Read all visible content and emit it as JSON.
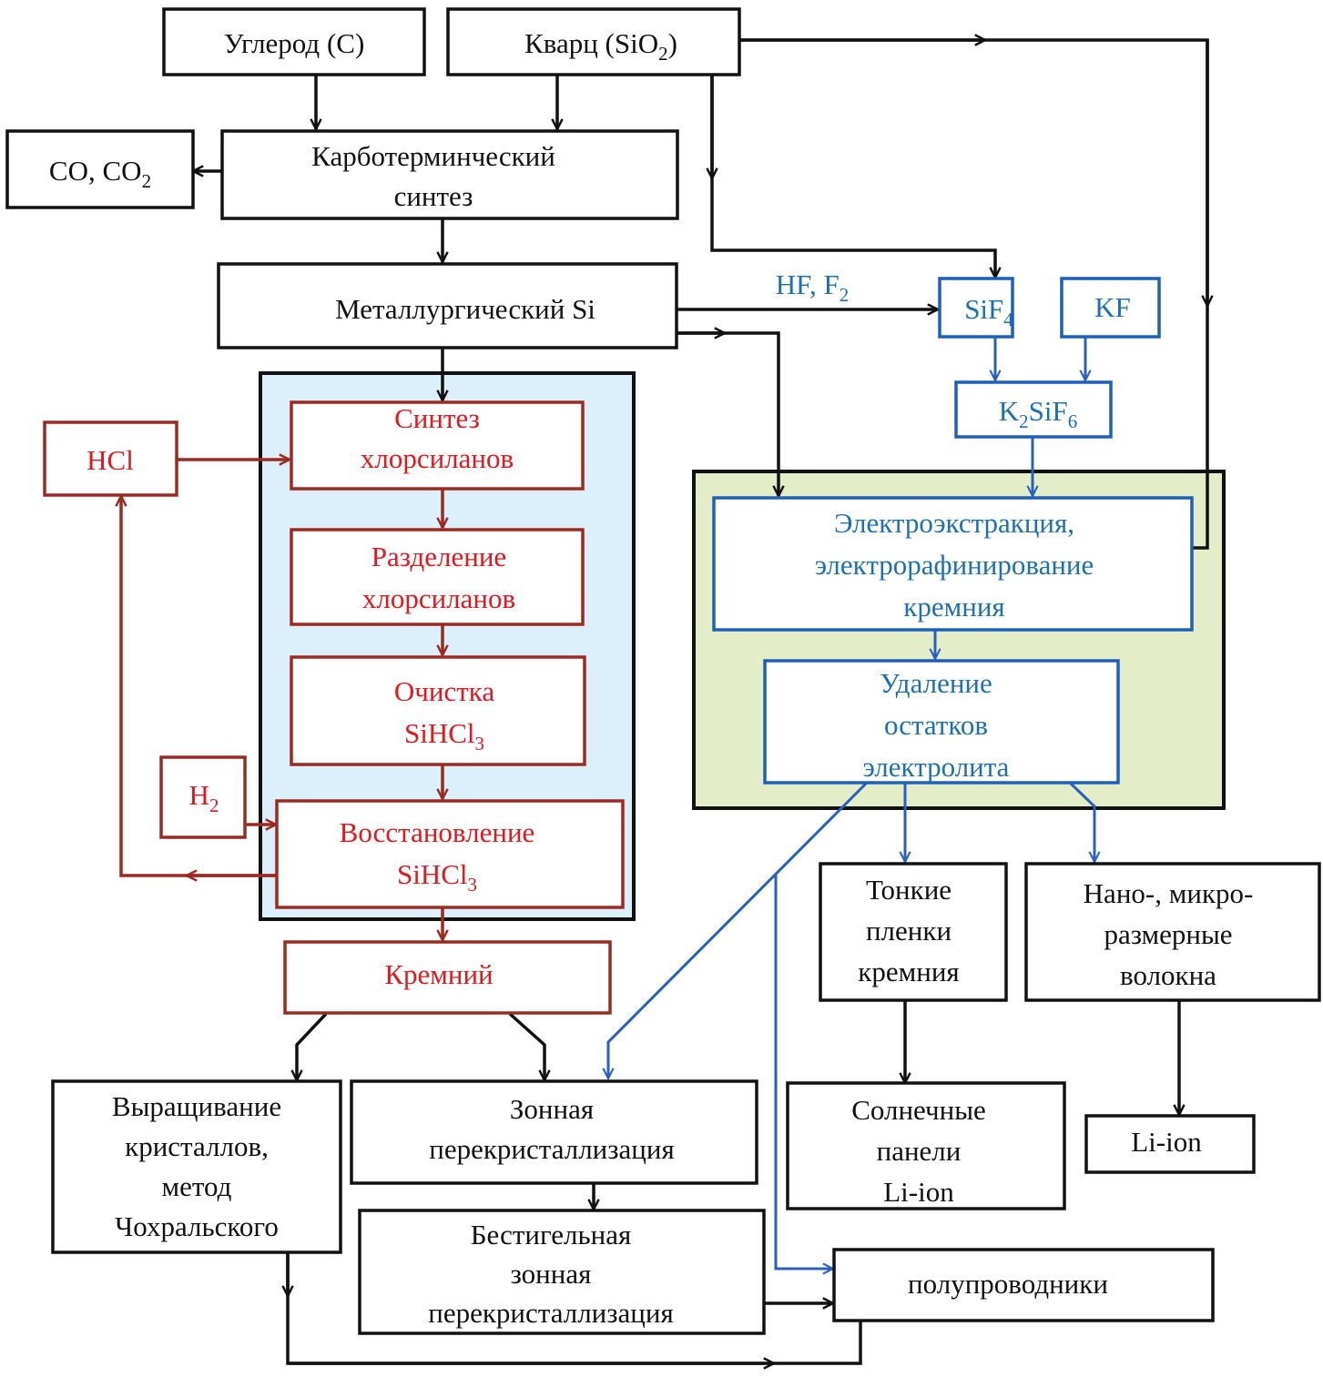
{
  "colors": {
    "black": "#111111",
    "red_text": "#e3171f",
    "red_line": "#9b2a22",
    "blue_text": "#1f6fb5",
    "blue_line": "#2a5fc0",
    "group_blue_fill": "#dcf0fb",
    "group_green_fill": "#e3edc8"
  },
  "nodes": {
    "carbon": {
      "lines": [
        {
          "text": "Углерод (C)"
        }
      ]
    },
    "quartz": {
      "lines": [
        {
          "text": "Кварц (SiO",
          "sub": "2",
          "after": ")"
        }
      ]
    },
    "co": {
      "lines": [
        {
          "text": "CO, CO",
          "sub": "2",
          "after": ""
        }
      ]
    },
    "carbothermic": {
      "lines": [
        {
          "text": "Карботерминческий"
        },
        {
          "text": "синтез"
        }
      ]
    },
    "metallurgical": {
      "lines": [
        {
          "text": "Металлургический Si"
        }
      ]
    },
    "hf_label": {
      "lines": [
        {
          "text": "HF, F",
          "sub": "2",
          "after": ""
        }
      ]
    },
    "sif4": {
      "lines": [
        {
          "text": "SiF",
          "sub": "4",
          "after": ""
        }
      ]
    },
    "kf": {
      "lines": [
        {
          "text": "KF"
        }
      ]
    },
    "k2sif6": {
      "lines": [
        {
          "text": "K",
          "sub": "2",
          "after": "SiF",
          "sub2": "6"
        }
      ]
    },
    "hcl": {
      "lines": [
        {
          "text": "HCl"
        }
      ]
    },
    "chlorosilane_synth": {
      "lines": [
        {
          "text": "Синтез"
        },
        {
          "text": "хлорсиланов"
        }
      ]
    },
    "chlorosilane_sep": {
      "lines": [
        {
          "text": "Разделение"
        },
        {
          "text": "хлорсиланов"
        }
      ]
    },
    "purification": {
      "lines": [
        {
          "text": "Очистка"
        },
        {
          "text": "SiHCl",
          "sub": "3",
          "after": ""
        }
      ]
    },
    "h2": {
      "lines": [
        {
          "text": "H",
          "sub": "2",
          "after": ""
        }
      ]
    },
    "reduction": {
      "lines": [
        {
          "text": "Восстановление"
        },
        {
          "text": "SiHCl",
          "sub": "3",
          "after": ""
        }
      ]
    },
    "silicon": {
      "lines": [
        {
          "text": "Кремний"
        }
      ]
    },
    "electro": {
      "lines": [
        {
          "text": "Электроэкстракция,"
        },
        {
          "text": "электрорафинирование"
        },
        {
          "text": "кремния"
        }
      ]
    },
    "electrolyte_removal": {
      "lines": [
        {
          "text": "Удаление"
        },
        {
          "text": "остатков"
        },
        {
          "text": "электролита"
        }
      ]
    },
    "thin_films": {
      "lines": [
        {
          "text": "Тонкие"
        },
        {
          "text": "пленки"
        },
        {
          "text": "кремния"
        }
      ]
    },
    "fibers": {
      "lines": [
        {
          "text": "Нано-, микро-"
        },
        {
          "text": "размерные"
        },
        {
          "text": "волокна"
        }
      ]
    },
    "crystal_growth": {
      "lines": [
        {
          "text": "Выращивание"
        },
        {
          "text": "кристаллов,"
        },
        {
          "text": "метод"
        },
        {
          "text": "Чохральского"
        }
      ]
    },
    "zone_recryst": {
      "lines": [
        {
          "text": "Зонная"
        },
        {
          "text": "перекристаллизация"
        }
      ]
    },
    "crucibleless": {
      "lines": [
        {
          "text": "Бестигельная"
        },
        {
          "text": "зонная"
        },
        {
          "text": "перекристаллизация"
        }
      ]
    },
    "solar": {
      "lines": [
        {
          "text": "Солнечные"
        },
        {
          "text": "панели"
        },
        {
          "text": "Li-ion"
        }
      ]
    },
    "liion": {
      "lines": [
        {
          "text": "Li-ion"
        }
      ]
    },
    "semiconductors": {
      "lines": [
        {
          "text": "полупроводники"
        }
      ]
    }
  }
}
